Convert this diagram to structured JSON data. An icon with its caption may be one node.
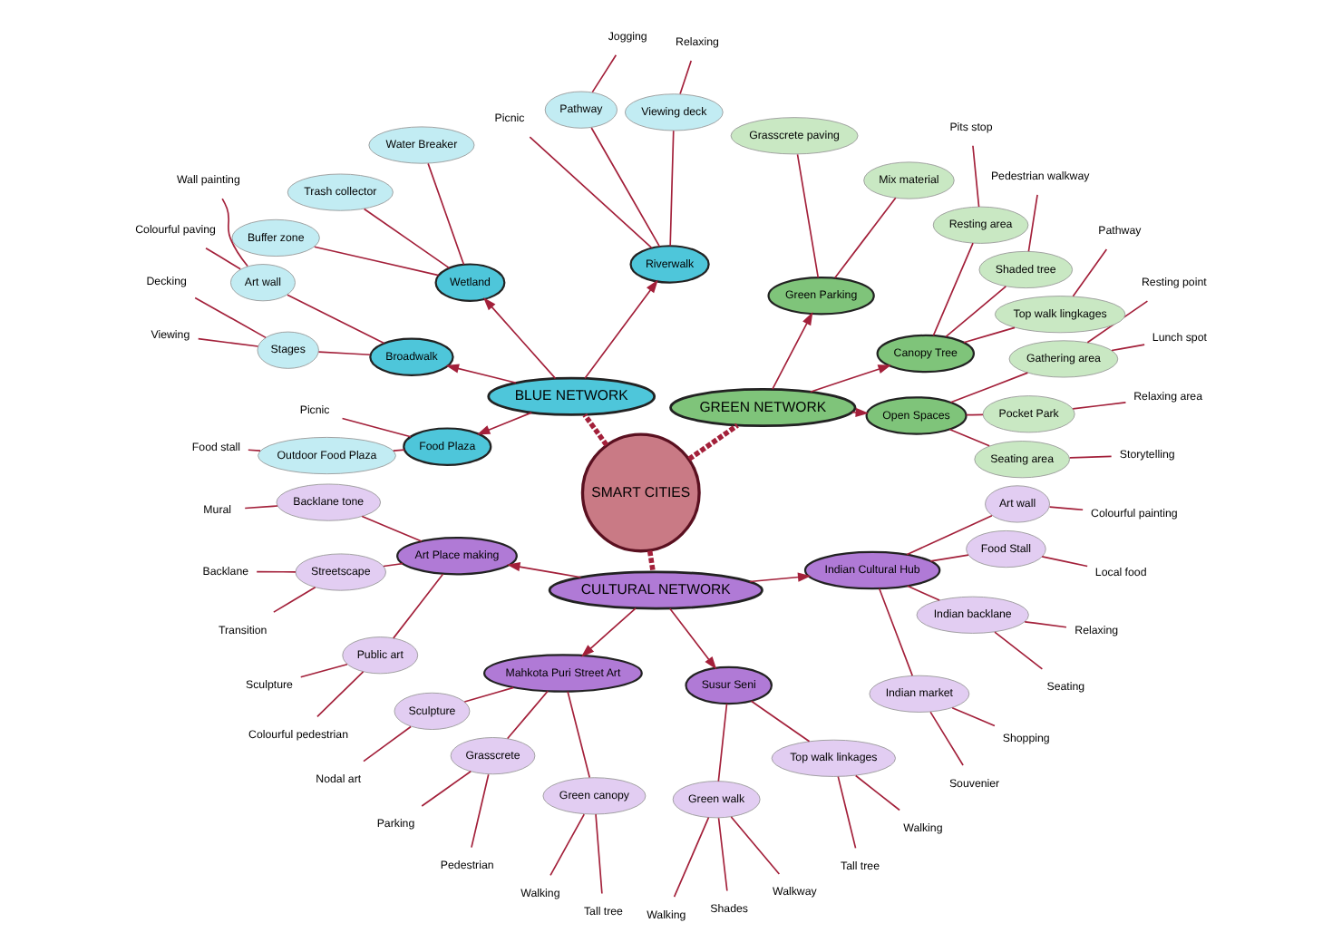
{
  "diagram": {
    "nodes": [
      {
        "text": [
          "SMART CITIES"
        ]
      },
      {
        "text": [
          "GREEN NETWORK"
        ]
      },
      {
        "text": [
          "Open Spaces"
        ]
      },
      {
        "text": [
          "Seating area"
        ]
      },
      {
        "text": [
          "Storytelling"
        ]
      },
      {
        "text": [
          "Pocket Park"
        ]
      },
      {
        "text": [
          "Relaxing area"
        ]
      },
      {
        "text": [
          "Gathering area"
        ]
      },
      {
        "text": [
          "Lunch spot"
        ]
      },
      {
        "text": [
          "Resting point"
        ]
      },
      {
        "text": [
          "Canopy Tree"
        ]
      },
      {
        "text": [
          "Top walk lingkages"
        ]
      },
      {
        "text": [
          "Pathway"
        ]
      },
      {
        "text": [
          "Shaded tree"
        ]
      },
      {
        "text": [
          "Pedestrian walkway"
        ]
      },
      {
        "text": [
          "Resting area"
        ]
      },
      {
        "text": [
          "Pits stop"
        ]
      },
      {
        "text": [
          "Green Parking"
        ]
      },
      {
        "text": [
          "Mix material"
        ]
      },
      {
        "text": [
          "Grasscrete paving"
        ]
      },
      {
        "text": [
          "BLUE NETWORK"
        ]
      },
      {
        "text": [
          "Riverwalk"
        ]
      },
      {
        "text": [
          "Viewing deck"
        ]
      },
      {
        "text": [
          "Relaxing"
        ]
      },
      {
        "text": [
          "Pathway"
        ]
      },
      {
        "text": [
          "Jogging"
        ]
      },
      {
        "text": [
          "Picnic"
        ]
      },
      {
        "text": [
          "Wetland"
        ]
      },
      {
        "text": [
          "Water Breaker"
        ]
      },
      {
        "text": [
          "Trash collector"
        ]
      },
      {
        "text": [
          "Buffer zone"
        ]
      },
      {
        "text": [
          "Broadwalk"
        ]
      },
      {
        "text": [
          "Art wall"
        ]
      },
      {
        "text": [
          "Wall painting"
        ]
      },
      {
        "text": [
          "Colourful paving"
        ]
      },
      {
        "text": [
          "Stages"
        ]
      },
      {
        "text": [
          "Decking"
        ]
      },
      {
        "text": [
          "Viewing"
        ]
      },
      {
        "text": [
          "Food Plaza"
        ]
      },
      {
        "text": [
          "Picnic"
        ]
      },
      {
        "text": [
          "Outdoor Food Plaza"
        ]
      },
      {
        "text": [
          "Food stall"
        ]
      },
      {
        "text": [
          "CULTURAL NETWORK"
        ]
      },
      {
        "text": [
          "Art Place making"
        ]
      },
      {
        "text": [
          "Backlane tone"
        ]
      },
      {
        "text": [
          "Mural"
        ]
      },
      {
        "text": [
          "Streetscape"
        ]
      },
      {
        "text": [
          "Backlane"
        ]
      },
      {
        "text": [
          "Transition"
        ]
      },
      {
        "text": [
          "Public art"
        ]
      },
      {
        "text": [
          "Sculpture"
        ]
      },
      {
        "text": [
          "Colourful pedestrian"
        ]
      },
      {
        "text": [
          "Mahkota Puri Street Art"
        ]
      },
      {
        "text": [
          "Sculpture"
        ]
      },
      {
        "text": [
          "Nodal art"
        ]
      },
      {
        "text": [
          "Grasscrete"
        ]
      },
      {
        "text": [
          "Parking"
        ]
      },
      {
        "text": [
          "Pedestrian"
        ]
      },
      {
        "text": [
          "Green canopy"
        ]
      },
      {
        "text": [
          "Walking"
        ]
      },
      {
        "text": [
          "Tall tree"
        ]
      },
      {
        "text": [
          "Susur Seni"
        ]
      },
      {
        "text": [
          "Green walk"
        ]
      },
      {
        "text": [
          "Walking"
        ]
      },
      {
        "text": [
          "Shades"
        ]
      },
      {
        "text": [
          "Walkway"
        ]
      },
      {
        "text": [
          "Top walk linkages"
        ]
      },
      {
        "text": [
          "Tall tree"
        ]
      },
      {
        "text": [
          "Walking"
        ]
      },
      {
        "text": [
          "Indian Cultural Hub"
        ]
      },
      {
        "text": [
          "Indian market"
        ]
      },
      {
        "text": [
          "Souvenier"
        ]
      },
      {
        "text": [
          "Shopping"
        ]
      },
      {
        "text": [
          "Indian backlane"
        ]
      },
      {
        "text": [
          "Seating"
        ]
      },
      {
        "text": [
          "Relaxing"
        ]
      },
      {
        "text": [
          "Food Stall"
        ]
      },
      {
        "text": [
          "Local food"
        ]
      },
      {
        "text": [
          "Art wall"
        ]
      },
      {
        "text": [
          "Colourful painting"
        ]
      }
    ],
    "edges": [
      {
        "from": 0,
        "to": 1,
        "arrow": "none",
        "style": "dashed"
      },
      {
        "from": 0,
        "to": 20,
        "arrow": "none",
        "style": "dashed"
      },
      {
        "from": 0,
        "to": 42,
        "arrow": "none",
        "style": "dashed"
      },
      {
        "from": 1,
        "to": 2,
        "arrow": "to"
      },
      {
        "from": 2,
        "to": 3,
        "arrow": "none"
      },
      {
        "from": 3,
        "to": 4,
        "arrow": "none"
      },
      {
        "from": 2,
        "to": 5,
        "arrow": "none"
      },
      {
        "from": 5,
        "to": 6,
        "arrow": "none"
      },
      {
        "from": 2,
        "to": 7,
        "arrow": "none"
      },
      {
        "from": 7,
        "to": 8,
        "arrow": "none"
      },
      {
        "from": 7,
        "to": 9,
        "arrow": "none"
      },
      {
        "from": 1,
        "to": 10,
        "arrow": "to"
      },
      {
        "from": 10,
        "to": 11,
        "arrow": "none"
      },
      {
        "from": 11,
        "to": 12,
        "arrow": "none"
      },
      {
        "from": 10,
        "to": 13,
        "arrow": "none"
      },
      {
        "from": 13,
        "to": 14,
        "arrow": "none"
      },
      {
        "from": 10,
        "to": 15,
        "arrow": "none"
      },
      {
        "from": 15,
        "to": 16,
        "arrow": "none"
      },
      {
        "from": 1,
        "to": 17,
        "arrow": "to"
      },
      {
        "from": 17,
        "to": 18,
        "arrow": "none"
      },
      {
        "from": 17,
        "to": 19,
        "arrow": "none"
      },
      {
        "from": 20,
        "to": 21,
        "arrow": "to"
      },
      {
        "from": 21,
        "to": 22,
        "arrow": "none"
      },
      {
        "from": 22,
        "to": 23,
        "arrow": "none"
      },
      {
        "from": 21,
        "to": 24,
        "arrow": "none"
      },
      {
        "from": 24,
        "to": 25,
        "arrow": "none"
      },
      {
        "from": 21,
        "to": 26,
        "arrow": "none"
      },
      {
        "from": 20,
        "to": 27,
        "arrow": "to"
      },
      {
        "from": 27,
        "to": 28,
        "arrow": "none"
      },
      {
        "from": 27,
        "to": 29,
        "arrow": "none"
      },
      {
        "from": 27,
        "to": 30,
        "arrow": "none"
      },
      {
        "from": 20,
        "to": 31,
        "arrow": "to"
      },
      {
        "from": 31,
        "to": 32,
        "arrow": "none"
      },
      {
        "from": 32,
        "to": 33,
        "arrow": "none"
      },
      {
        "from": 32,
        "to": 34,
        "arrow": "none"
      },
      {
        "from": 31,
        "to": 35,
        "arrow": "none"
      },
      {
        "from": 35,
        "to": 36,
        "arrow": "none"
      },
      {
        "from": 35,
        "to": 37,
        "arrow": "none"
      },
      {
        "from": 20,
        "to": 38,
        "arrow": "to"
      },
      {
        "from": 38,
        "to": 39,
        "arrow": "none"
      },
      {
        "from": 38,
        "to": 40,
        "arrow": "none"
      },
      {
        "from": 40,
        "to": 41,
        "arrow": "none"
      },
      {
        "from": 42,
        "to": 43,
        "arrow": "to"
      },
      {
        "from": 43,
        "to": 44,
        "arrow": "none"
      },
      {
        "from": 44,
        "to": 45,
        "arrow": "none"
      },
      {
        "from": 43,
        "to": 46,
        "arrow": "none"
      },
      {
        "from": 46,
        "to": 47,
        "arrow": "none"
      },
      {
        "from": 46,
        "to": 48,
        "arrow": "none"
      },
      {
        "from": 43,
        "to": 49,
        "arrow": "none"
      },
      {
        "from": 49,
        "to": 50,
        "arrow": "none"
      },
      {
        "from": 49,
        "to": 51,
        "arrow": "none"
      },
      {
        "from": 42,
        "to": 52,
        "arrow": "to"
      },
      {
        "from": 52,
        "to": 53,
        "arrow": "none"
      },
      {
        "from": 53,
        "to": 54,
        "arrow": "none"
      },
      {
        "from": 52,
        "to": 55,
        "arrow": "none"
      },
      {
        "from": 55,
        "to": 56,
        "arrow": "none"
      },
      {
        "from": 55,
        "to": 57,
        "arrow": "none"
      },
      {
        "from": 52,
        "to": 58,
        "arrow": "none"
      },
      {
        "from": 58,
        "to": 59,
        "arrow": "none"
      },
      {
        "from": 58,
        "to": 60,
        "arrow": "none"
      },
      {
        "from": 42,
        "to": 61,
        "arrow": "to"
      },
      {
        "from": 61,
        "to": 62,
        "arrow": "none"
      },
      {
        "from": 62,
        "to": 63,
        "arrow": "none"
      },
      {
        "from": 62,
        "to": 64,
        "arrow": "none"
      },
      {
        "from": 62,
        "to": 65,
        "arrow": "none"
      },
      {
        "from": 61,
        "to": 66,
        "arrow": "none"
      },
      {
        "from": 66,
        "to": 67,
        "arrow": "none"
      },
      {
        "from": 66,
        "to": 68,
        "arrow": "none"
      },
      {
        "from": 42,
        "to": 69,
        "arrow": "to"
      },
      {
        "from": 69,
        "to": 70,
        "arrow": "none"
      },
      {
        "from": 70,
        "to": 71,
        "arrow": "none"
      },
      {
        "from": 70,
        "to": 72,
        "arrow": "none"
      },
      {
        "from": 69,
        "to": 73,
        "arrow": "none"
      },
      {
        "from": 73,
        "to": 74,
        "arrow": "none"
      },
      {
        "from": 73,
        "to": 75,
        "arrow": "none"
      },
      {
        "from": 69,
        "to": 76,
        "arrow": "none"
      },
      {
        "from": 76,
        "to": 77,
        "arrow": "none"
      },
      {
        "from": 69,
        "to": 78,
        "arrow": "none"
      },
      {
        "from": 78,
        "to": 79,
        "arrow": "none"
      }
    ]
  }
}
